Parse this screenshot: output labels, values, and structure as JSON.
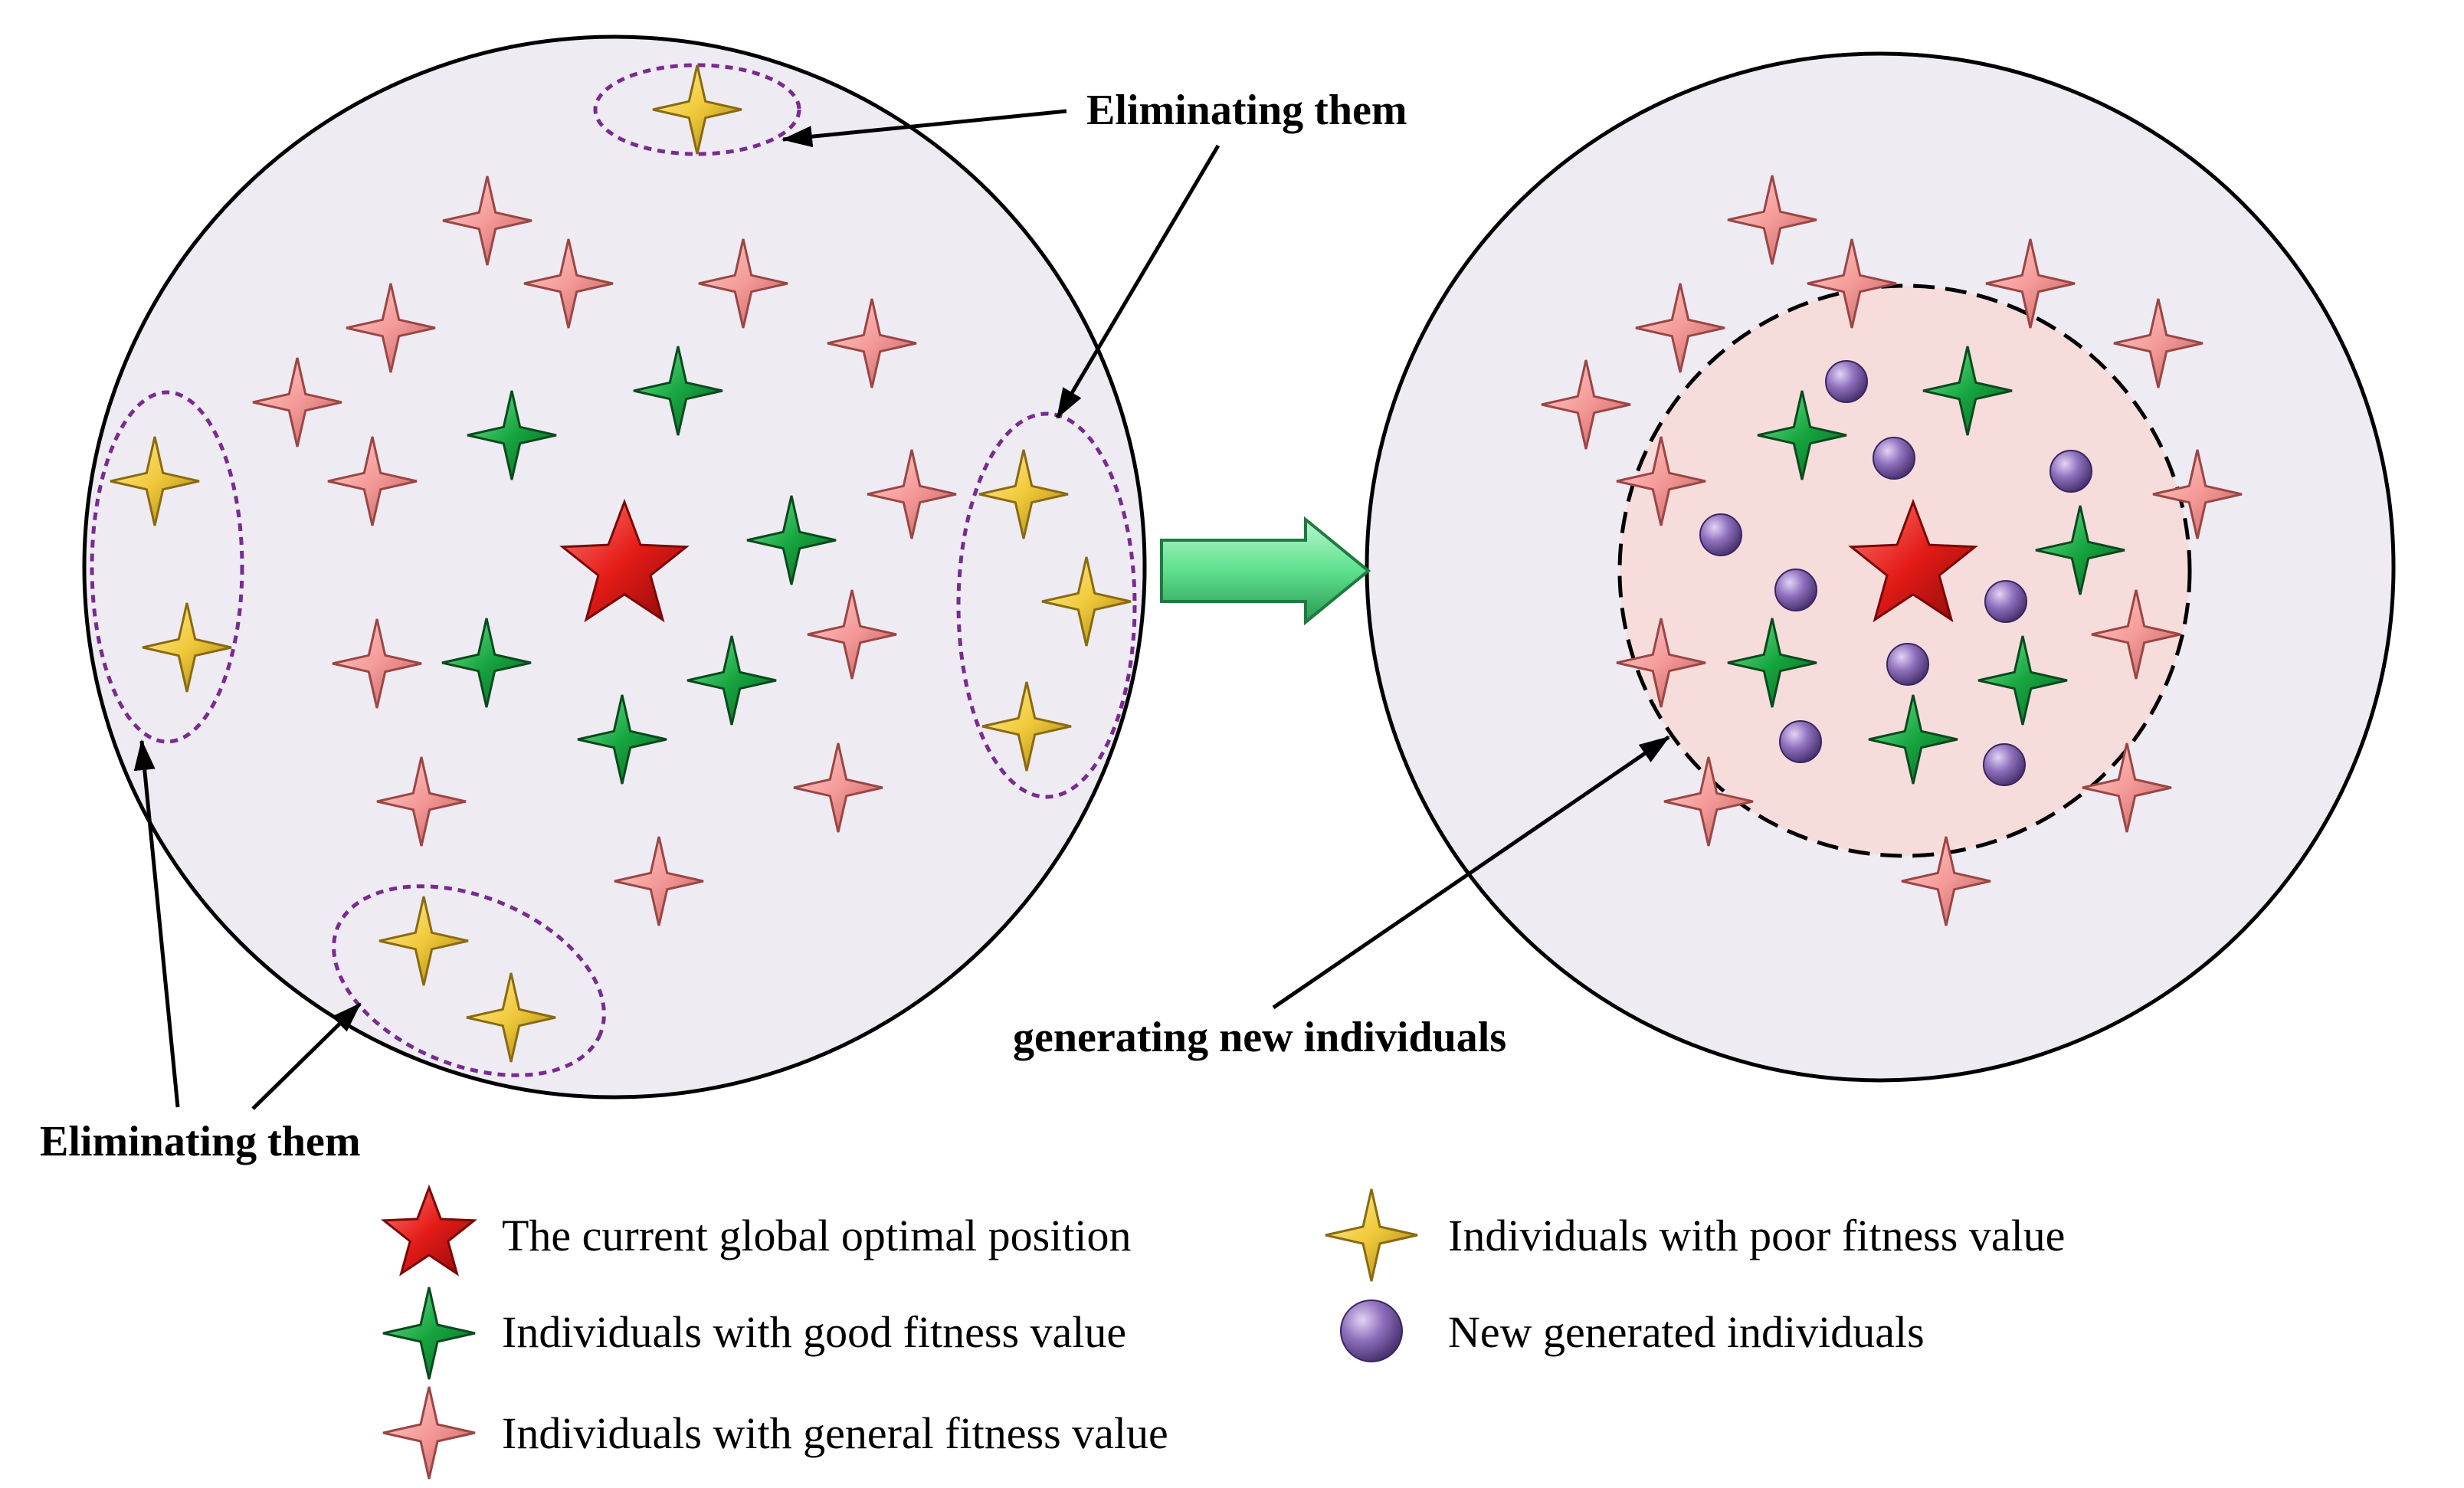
{
  "annotations": {
    "top_right_label": "Eliminating them",
    "bottom_left_label": "Eliminating them",
    "generating_label": "generating new individuals"
  },
  "legend": {
    "optimal": "The current global optimal position",
    "good": "Individuals with good fitness value",
    "general": "Individuals with general fitness value",
    "poor": "Individuals with poor fitness value",
    "new": "New generated individuals"
  },
  "colors": {
    "background_circle": "#eeebf3",
    "inner_region": "#f7dcdc",
    "optimal": "#e41b17",
    "good": "#15a03a",
    "general": "#f49a98",
    "poor": "#f0c93a",
    "new": "#7b5ea8",
    "dotted_ellipse": "#7a2a90",
    "arrow_green": "#5ee08e"
  },
  "icons": {
    "optimal": "five-point-star-icon",
    "individual": "four-point-star-icon",
    "new": "sphere-icon"
  }
}
